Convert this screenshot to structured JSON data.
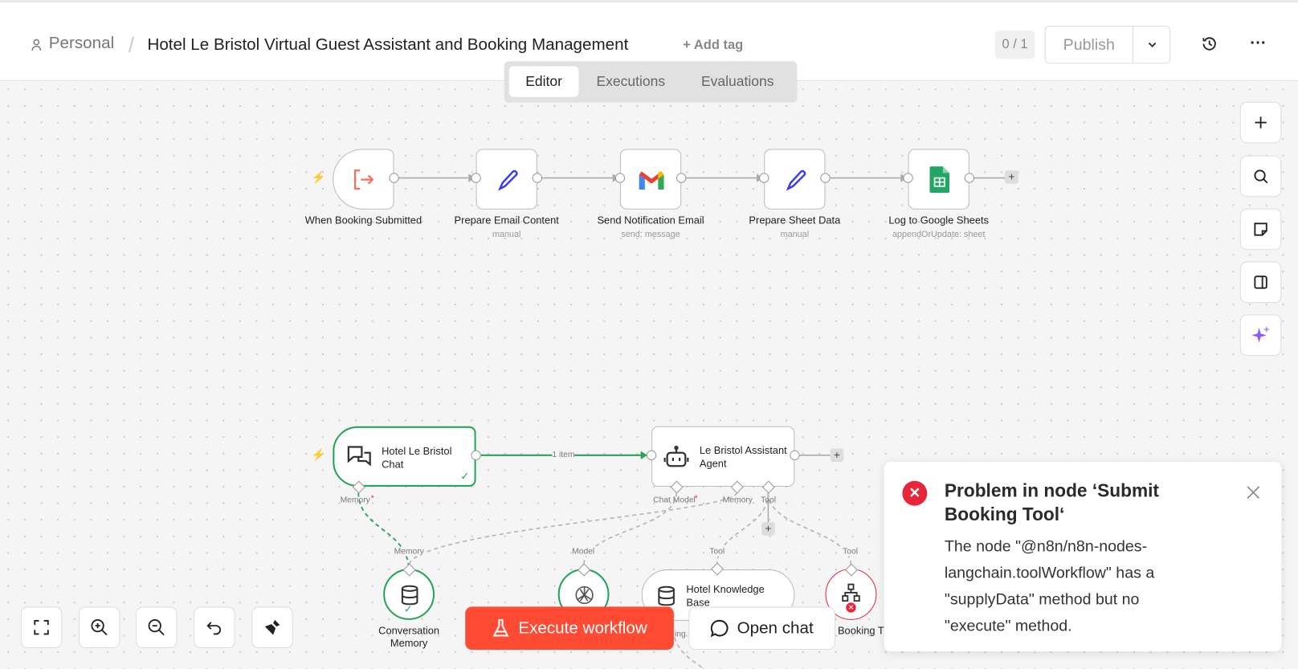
{
  "header": {
    "breadcrumb_project": "Personal",
    "workflow_title": "Hotel Le Bristol Virtual Guest Assistant and Booking Management",
    "add_tag": "+ Add tag",
    "version_counter": "0 / 1",
    "publish_label": "Publish"
  },
  "tabs": [
    "Editor",
    "Executions",
    "Evaluations"
  ],
  "active_tab": "Editor",
  "top_nodes": [
    {
      "label": "When Booking Submitted",
      "sub": ""
    },
    {
      "label": "Prepare Email Content",
      "sub": "manual"
    },
    {
      "label": "Send Notification Email",
      "sub": "send: message"
    },
    {
      "label": "Prepare Sheet Data",
      "sub": "manual"
    },
    {
      "label": "Log to Google Sheets",
      "sub": "appendOrUpdate: sheet"
    }
  ],
  "ai_nodes": {
    "chat_trigger": "Hotel Le Bristol Chat",
    "agent": "Le Bristol Assistant Agent",
    "edge_label": "1 item",
    "memory_port": "Memory",
    "chat_model_port": "Chat Model",
    "agent_memory_port": "Memory",
    "tool_port": "Tool",
    "conversation_memory": "Conversation Memory",
    "conv_memory_input": "Memory",
    "model_input": "Model",
    "kb_input": "Tool",
    "submit_input": "Tool",
    "knowledge_base": "Hotel Knowledge Base",
    "kb_embedding_port": "ing",
    "submit_booking": "Booking T"
  },
  "bottom": {
    "execute": "Execute workflow",
    "open_chat": "Open chat"
  },
  "toast": {
    "title": "Problem in node ‘Submit Booking Tool‘",
    "message": "The node \"@n8n/n8n-nodes-langchain.toolWorkflow\" has a \"supplyData\" method but no \"execute\" method."
  },
  "colors": {
    "accent": "#ff4b33",
    "success": "#29a35a",
    "error": "#e8263a"
  }
}
